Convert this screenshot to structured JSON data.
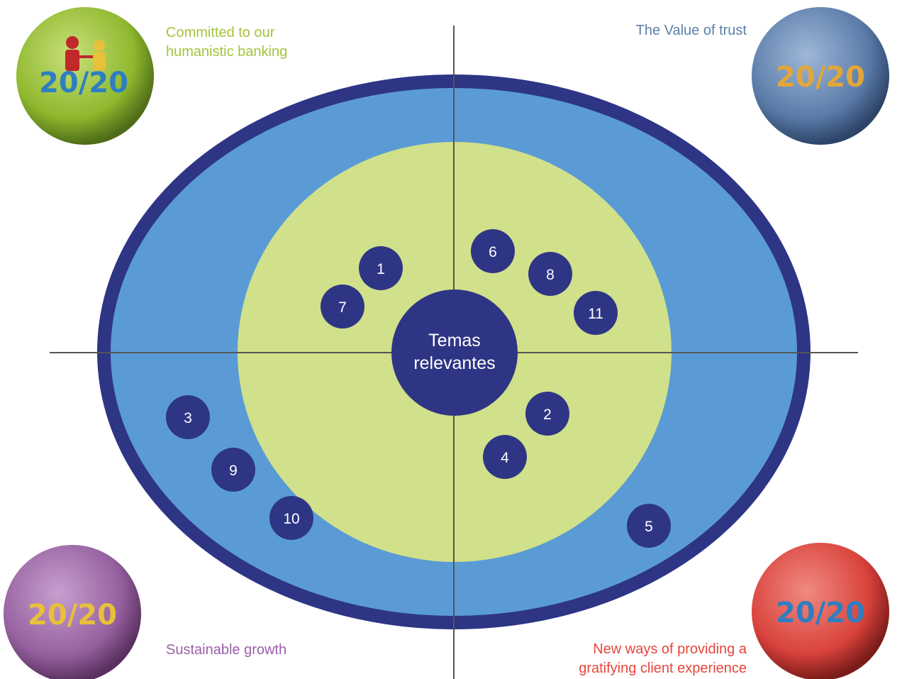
{
  "center": {
    "line1": "Temas",
    "line2": "relevantes"
  },
  "quadrants": {
    "top_left": {
      "line1": "Committed to our",
      "line2": "humanistic banking",
      "color": "#a3c43c",
      "ball_color": "#8fb82e"
    },
    "top_right": {
      "line1": "The Value of trust",
      "color": "#5b7fa8",
      "ball_color": "#5a7ba8"
    },
    "bottom_left": {
      "line1": "Sustainable growth",
      "color": "#9b5fa8",
      "ball_color": "#96609f"
    },
    "bottom_right": {
      "line1": "New ways of providing a",
      "line2": "gratifying client experience",
      "color": "#e8453c",
      "ball_color": "#d9423c"
    }
  },
  "ball_text": {
    "top_left": "20/20",
    "top_right": "20/20",
    "bottom_left": "20/20",
    "bottom_right": "20/20"
  },
  "nodes": [
    {
      "id": "1",
      "label": "1"
    },
    {
      "id": "7",
      "label": "7"
    },
    {
      "id": "6",
      "label": "6"
    },
    {
      "id": "8",
      "label": "8"
    },
    {
      "id": "11",
      "label": "11"
    },
    {
      "id": "2",
      "label": "2"
    },
    {
      "id": "4",
      "label": "4"
    },
    {
      "id": "3",
      "label": "3"
    },
    {
      "id": "9",
      "label": "9"
    },
    {
      "id": "10",
      "label": "10"
    },
    {
      "id": "5",
      "label": "5"
    }
  ],
  "colors": {
    "outer_ring": "#2e3585",
    "blue_band": "#5a9bd5",
    "inner_green": "#d1e08a",
    "node_fill": "#2e3585",
    "axis_line": "#555555"
  }
}
